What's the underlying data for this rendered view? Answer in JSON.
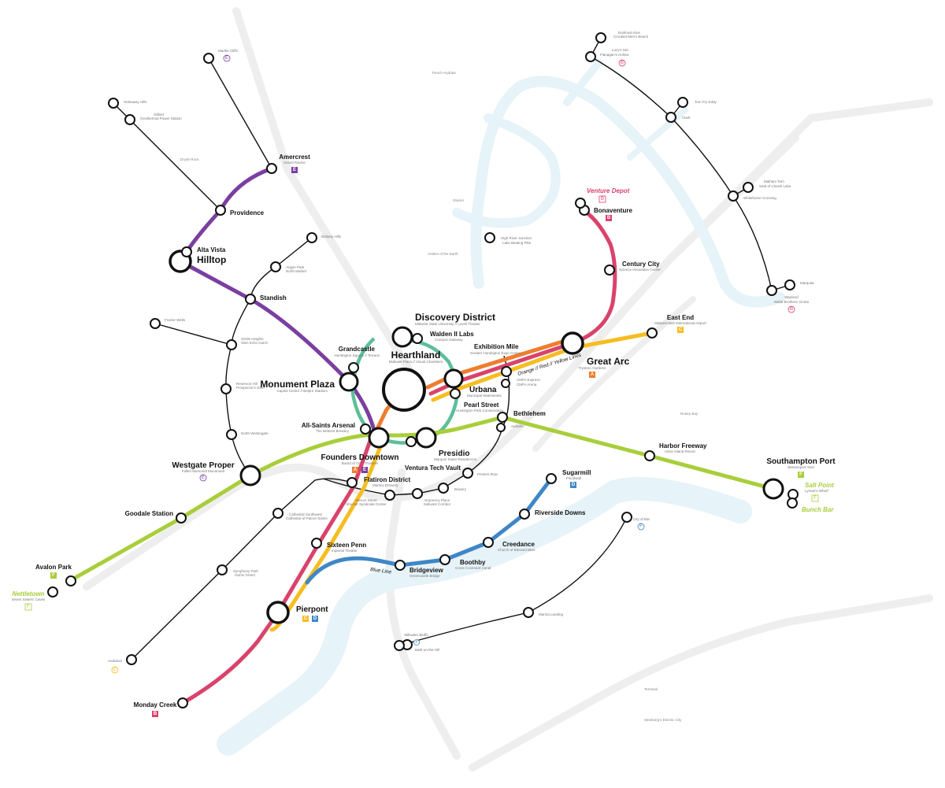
{
  "colors": {
    "purple": "#7a3fa0",
    "red": "#d9436b",
    "orange": "#ee7d2e",
    "yellow": "#f6bd22",
    "green": "#a8ce3b",
    "blue": "#3f86c6",
    "teal": "#5dbf99",
    "water": "#e6f3f8",
    "road": "#eeeeee",
    "line": "#111111"
  },
  "line_labels": {
    "orange_red_yellow": "Orange // Red // Yellow Lines",
    "blue": "Blue Line"
  },
  "stations": [
    {
      "id": "hearthland",
      "name": "Hearthland",
      "sub": "Midtown Plaza // Visual Chambers",
      "size": "l"
    },
    {
      "id": "discovery",
      "name": "Discovery District",
      "sub": "Midwest State University // Lovell Theater",
      "size": "l"
    },
    {
      "id": "walden",
      "name": "Walden II Labs",
      "sub": "Campus Gateway",
      "size": "s"
    },
    {
      "id": "grandcastle",
      "name": "Grandcastle",
      "sub": "Huntington Square // Terrace",
      "size": "s"
    },
    {
      "id": "monument",
      "name": "Monument Plaza",
      "sub": "Capitol Center // Belpre Stadium",
      "size": "l"
    },
    {
      "id": "allsaints",
      "name": "All-Saints Arsenal",
      "sub": "The Brittons Brewery",
      "size": "s"
    },
    {
      "id": "founders",
      "name": "Founders Downtown",
      "sub": "Board of Civic Trustees",
      "size": "m"
    },
    {
      "id": "flatiron",
      "name": "Flatiron District",
      "sub": "Martins Brewery",
      "size": "s"
    },
    {
      "id": "presidio",
      "name": "Presidio",
      "sub": "Marquis Tower Residences",
      "size": "m"
    },
    {
      "id": "ventura",
      "name": "Ventura Tech Vault",
      "sub": "",
      "size": "s"
    },
    {
      "id": "urbana",
      "name": "Urbana",
      "sub": "Municipal Waterworks",
      "size": "m"
    },
    {
      "id": "pearl",
      "name": "Pearl Street",
      "sub": "Huntington Park Conservatory",
      "size": "s"
    },
    {
      "id": "exhibition",
      "name": "Exhibition Mile",
      "sub": "Greater Huntington Expo Center",
      "size": "s"
    },
    {
      "id": "greatarc",
      "name": "Great Arc",
      "sub": "Trystero Gardens",
      "size": "l"
    },
    {
      "id": "eastend",
      "name": "East End",
      "sub": "Midwest Bell International Airport",
      "size": "s"
    },
    {
      "id": "centurycity",
      "name": "Century City",
      "sub": "Science Innovation Centre",
      "size": "s"
    },
    {
      "id": "bonaventure",
      "name": "Bonaventure",
      "sub": "",
      "size": "s"
    },
    {
      "id": "venturedepot",
      "name": "Venture Depot",
      "sub": "",
      "size": "s"
    },
    {
      "id": "bethlehem",
      "name": "Bethlehem",
      "sub": "",
      "size": "s"
    },
    {
      "id": "harbor",
      "name": "Harbor Freeway",
      "sub": "Arbor Island Resort",
      "size": "s"
    },
    {
      "id": "southampton",
      "name": "Southampton Port",
      "sub": "Benvenport Yard",
      "size": "m"
    },
    {
      "id": "saltpoint",
      "name": "Salt Point",
      "sub": "Lyman's Wharf",
      "size": "s"
    },
    {
      "id": "bunchbar",
      "name": "Bunch Bar",
      "sub": "",
      "size": "s"
    },
    {
      "id": "westgate",
      "name": "Westgate Proper",
      "sub": "Fallen Memorial Monument",
      "size": "m"
    },
    {
      "id": "goodale",
      "name": "Goodale Station",
      "sub": "",
      "size": "s"
    },
    {
      "id": "avalon",
      "name": "Avalon Park",
      "sub": "",
      "size": "s"
    },
    {
      "id": "nettletown",
      "name": "Nettletown",
      "sub": "Seven Sisters' Caves",
      "size": "s"
    },
    {
      "id": "hilltop",
      "name": "Hilltop",
      "sub": "",
      "size": "l"
    },
    {
      "id": "altavista",
      "name": "Alta Vista",
      "sub": "",
      "size": "s"
    },
    {
      "id": "providence",
      "name": "Providence",
      "sub": "",
      "size": "s"
    },
    {
      "id": "amercrest",
      "name": "Amercrest",
      "sub": "Grand Ravine",
      "size": "s"
    },
    {
      "id": "standish",
      "name": "Standish",
      "sub": "",
      "size": "s"
    },
    {
      "id": "sixteenpenn",
      "name": "Sixteen Penn",
      "sub": "Imperial Theater",
      "size": "s"
    },
    {
      "id": "pierpont",
      "name": "Pierpont",
      "sub": "",
      "size": "m"
    },
    {
      "id": "mondaycreek",
      "name": "Monday Creek",
      "sub": "",
      "size": "s"
    },
    {
      "id": "bridgeview",
      "name": "Bridgeview",
      "sub": "Greencastle Bridge",
      "size": "s"
    },
    {
      "id": "boothby",
      "name": "Boothby",
      "sub": "Cross Covenant Canal",
      "size": "s"
    },
    {
      "id": "creedance",
      "name": "Creedance",
      "sub": "Church of Blessed Bliss",
      "size": "s"
    },
    {
      "id": "riverside",
      "name": "Riverside Downs",
      "sub": "",
      "size": "s"
    },
    {
      "id": "sugarmill",
      "name": "Sugarmill",
      "sub": "Floodwall",
      "size": "s"
    }
  ],
  "minor_stations": [
    {
      "id": "marbleclifs",
      "name": "Marble Cliffs"
    },
    {
      "id": "hideaway",
      "name": "Hideaway Hills"
    },
    {
      "id": "gilbert",
      "name": "Gilbert",
      "sub": "Geothermal Power Station"
    },
    {
      "id": "brittanyhills",
      "name": "Brittany Hills"
    },
    {
      "id": "argyle",
      "name": "Argyle Park",
      "sub": "North Market"
    },
    {
      "id": "fraserwells",
      "name": "Frazier Wells"
    },
    {
      "id": "oriole",
      "name": "Oriole Heights",
      "sub": "Glen Echo Gulch"
    },
    {
      "id": "reservoir",
      "name": "Reservoir Hill",
      "sub": "Prospector's Glen"
    },
    {
      "id": "northwest",
      "name": "North Westingate"
    },
    {
      "id": "cathedral",
      "name": "Cathedral Southwest",
      "sub": "Cathedral of Patron Saints"
    },
    {
      "id": "symphony",
      "name": "Symphony Park",
      "sub": "Garris Green"
    },
    {
      "id": "audubon",
      "name": "Audubon"
    },
    {
      "id": "mercer",
      "name": "Mercer Street",
      "sub": "Shuster Syndicate Center"
    },
    {
      "id": "gramercy",
      "name": "Gramercy Place",
      "sub": "Sullivant Corridor"
    },
    {
      "id": "bowery",
      "name": "Bowery"
    },
    {
      "id": "printers",
      "name": "Printers Row"
    },
    {
      "id": "audville",
      "name": "Audville"
    },
    {
      "id": "cmfa",
      "name": "CMFA Express",
      "sub": "CMFA Arena"
    },
    {
      "id": "endmost",
      "name": "Endmost Klus",
      "sub": "Crooked Men's Beach"
    },
    {
      "id": "lucys",
      "name": "Lucy's Isle",
      "sub": "Flanagan's Hollow"
    },
    {
      "id": "tomfry",
      "name": "Tom Fry Eddy"
    },
    {
      "id": "clark",
      "name": "Clark"
    },
    {
      "id": "malham",
      "name": "Malham Tarn",
      "sub": "Seat of Clovek Lake"
    },
    {
      "id": "whitehorse",
      "name": "Whitehorse Crossing"
    },
    {
      "id": "marquita",
      "name": "Marquita"
    },
    {
      "id": "wayland",
      "name": "Wayland",
      "sub": "Webb Brothers' Grotto"
    },
    {
      "id": "highriver",
      "name": "High River Junction",
      "sub": "Lake Beating Pike"
    },
    {
      "id": "cityofbar",
      "name": "City of Bar"
    },
    {
      "id": "marinalanding",
      "name": "Marina Landing"
    },
    {
      "id": "stillwater",
      "name": "Stillwater Bluffs"
    },
    {
      "id": "bathonthehill",
      "name": "Bath-on-the-Hill"
    }
  ],
  "places": [
    {
      "id": "trenchhydrate",
      "name": "Trench Hydrate"
    },
    {
      "id": "glacier",
      "name": "Glacier"
    },
    {
      "id": "antlers",
      "name": "Antlers of the Earth"
    },
    {
      "id": "dryderock",
      "name": "Dryde Rock"
    },
    {
      "id": "rotarybay",
      "name": "Rotary Bay"
    },
    {
      "id": "terminal",
      "name": "Terminal"
    },
    {
      "id": "steinberg",
      "name": "Steinberg's Electric City"
    }
  ],
  "badges": [
    {
      "id": "b-marble",
      "letter": "E",
      "color": "#7a3fa0",
      "style": "outline"
    },
    {
      "id": "b-amercrest",
      "letter": "E",
      "color": "#7a3fa0",
      "style": "fill"
    },
    {
      "id": "b-venturedepot",
      "letter": "B",
      "color": "#d9436b",
      "style": "outline-sq"
    },
    {
      "id": "b-bonaventure",
      "letter": "B",
      "color": "#d9436b",
      "style": "fill"
    },
    {
      "id": "b-lucys",
      "letter": "B",
      "color": "#d9436b",
      "style": "outline"
    },
    {
      "id": "b-wayland",
      "letter": "B",
      "color": "#d9436b",
      "style": "outline"
    },
    {
      "id": "b-eastend",
      "letter": "C",
      "color": "#f6bd22",
      "style": "fill"
    },
    {
      "id": "b-greatarc",
      "letter": "A",
      "color": "#ee7d2e",
      "style": "fill"
    },
    {
      "id": "b-founders-a",
      "letter": "A",
      "color": "#ee7d2e",
      "style": "fill"
    },
    {
      "id": "b-founders-e",
      "letter": "E",
      "color": "#7a3fa0",
      "style": "fill"
    },
    {
      "id": "b-westgate",
      "letter": "E",
      "color": "#7a3fa0",
      "style": "outline"
    },
    {
      "id": "b-avalon",
      "letter": "F",
      "color": "#a8ce3b",
      "style": "fill"
    },
    {
      "id": "b-nettletown",
      "letter": "F",
      "color": "#a8ce3b",
      "style": "outline-sq"
    },
    {
      "id": "b-southampton",
      "letter": "F",
      "color": "#a8ce3b",
      "style": "fill"
    },
    {
      "id": "b-saltpoint",
      "letter": "F",
      "color": "#a8ce3b",
      "style": "outline-sq"
    },
    {
      "id": "b-sugarmill",
      "letter": "D",
      "color": "#3f86c6",
      "style": "fill"
    },
    {
      "id": "b-cityofbar",
      "letter": "F",
      "color": "#3f86c6",
      "style": "outline"
    },
    {
      "id": "b-stillwater",
      "letter": "F",
      "color": "#3f86c6",
      "style": "outline"
    },
    {
      "id": "b-pierpont-c",
      "letter": "C",
      "color": "#f6bd22",
      "style": "fill"
    },
    {
      "id": "b-pierpont-d",
      "letter": "D",
      "color": "#3f86c6",
      "style": "fill"
    },
    {
      "id": "b-mondaycreek",
      "letter": "B",
      "color": "#d9436b",
      "style": "fill"
    },
    {
      "id": "b-audubon",
      "letter": "C",
      "color": "#f6bd22",
      "style": "outline"
    }
  ]
}
